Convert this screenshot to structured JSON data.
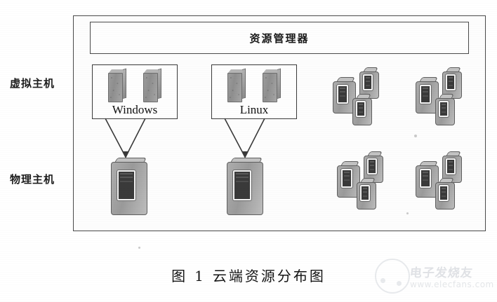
{
  "figure": {
    "caption_prefix": "图",
    "caption_number": "1",
    "caption_title": "云端资源分布图"
  },
  "row_labels": {
    "virtual_host": "虚拟主机",
    "physical_host": "物理主机"
  },
  "resource_manager": {
    "title": "资源管理器"
  },
  "os_boxes": [
    {
      "id": "windows",
      "label": "Windows",
      "vm_count": 2
    },
    {
      "id": "linux",
      "label": "Linux",
      "vm_count": 2
    }
  ],
  "virtual_host_clusters": [
    {
      "id": "vm-cluster-1",
      "node_count": 3
    },
    {
      "id": "vm-cluster-2",
      "node_count": 3
    }
  ],
  "physical_hosts": [
    {
      "id": "physical-host-windows"
    },
    {
      "id": "physical-host-linux"
    }
  ],
  "physical_host_clusters": [
    {
      "id": "ph-cluster-1",
      "node_count": 3
    },
    {
      "id": "ph-cluster-2",
      "node_count": 3
    }
  ],
  "watermark": {
    "brand": "电子发烧友",
    "url": "www.elecfans.com"
  },
  "colors": {
    "line": "#4a4a4a",
    "icon_fill": "#9d9d9d",
    "panel_dark": "#3a3a3a",
    "page_background": "#ffffff",
    "text": "#111111"
  }
}
